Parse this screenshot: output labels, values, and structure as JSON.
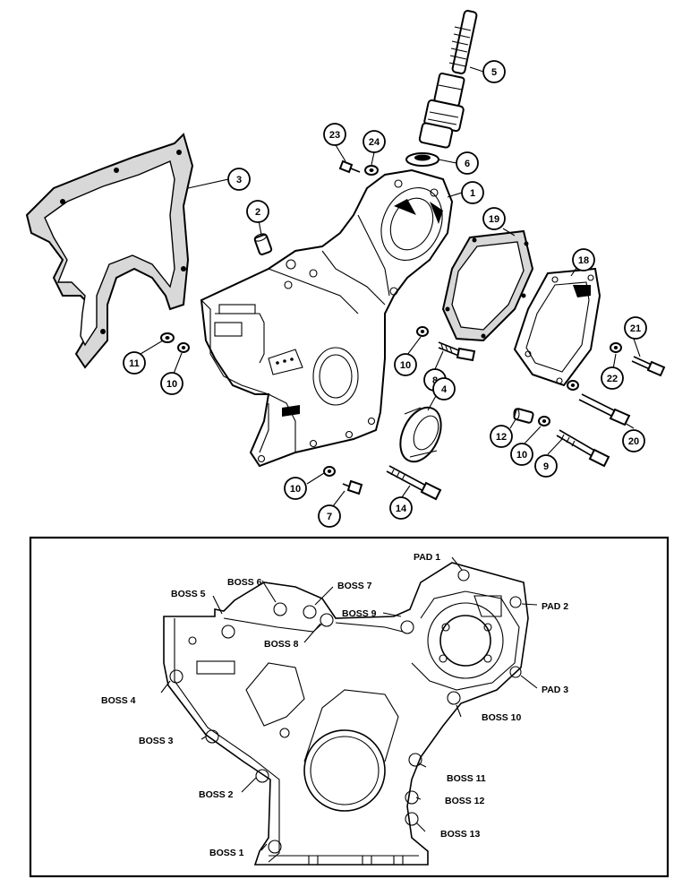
{
  "callouts": {
    "c1": "1",
    "c2": "2",
    "c3": "3",
    "c4": "4",
    "c5": "5",
    "c6": "6",
    "c7": "7",
    "c8": "8",
    "c9": "9",
    "c10a": "10",
    "c10b": "10",
    "c10c": "10",
    "c10d": "10",
    "c11": "11",
    "c12": "12",
    "c14": "14",
    "c18": "18",
    "c19": "19",
    "c20": "20",
    "c21": "21",
    "c22": "22",
    "c23": "23",
    "c24": "24"
  },
  "labels": {
    "pad1": "PAD 1",
    "pad2": "PAD 2",
    "pad3": "PAD 3",
    "boss1": "BOSS 1",
    "boss2": "BOSS 2",
    "boss3": "BOSS 3",
    "boss4": "BOSS 4",
    "boss5": "BOSS 5",
    "boss6": "BOSS 6",
    "boss7": "BOSS 7",
    "boss8": "BOSS 8",
    "boss9": "BOSS 9",
    "boss10": "BOSS 10",
    "boss11": "BOSS 11",
    "boss12": "BOSS 12",
    "boss13": "BOSS 13"
  }
}
